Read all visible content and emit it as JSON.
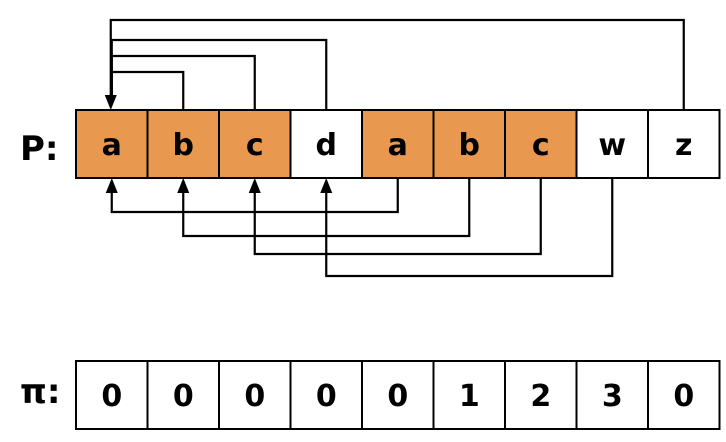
{
  "colors": {
    "highlight": "#E9994F",
    "plain": "#FFFFFF",
    "stroke": "#000000"
  },
  "pattern_row": {
    "label": "P:",
    "cells": [
      {
        "char": "a",
        "highlighted": true
      },
      {
        "char": "b",
        "highlighted": true
      },
      {
        "char": "c",
        "highlighted": true
      },
      {
        "char": "d",
        "highlighted": false
      },
      {
        "char": "a",
        "highlighted": true
      },
      {
        "char": "b",
        "highlighted": true
      },
      {
        "char": "c",
        "highlighted": true
      },
      {
        "char": "w",
        "highlighted": false
      },
      {
        "char": "z",
        "highlighted": false
      }
    ]
  },
  "pi_row": {
    "label": "π:",
    "values": [
      "0",
      "0",
      "0",
      "0",
      "0",
      "1",
      "2",
      "3",
      "0"
    ]
  },
  "links": {
    "upper": [
      {
        "from": 8,
        "to": 0
      },
      {
        "from": 3,
        "to": 0
      },
      {
        "from": 2,
        "to": 0
      },
      {
        "from": 1,
        "to": 0
      }
    ],
    "lower": [
      {
        "from": 4,
        "to": 0
      },
      {
        "from": 5,
        "to": 1
      },
      {
        "from": 6,
        "to": 2
      },
      {
        "from": 7,
        "to": 3
      }
    ]
  }
}
